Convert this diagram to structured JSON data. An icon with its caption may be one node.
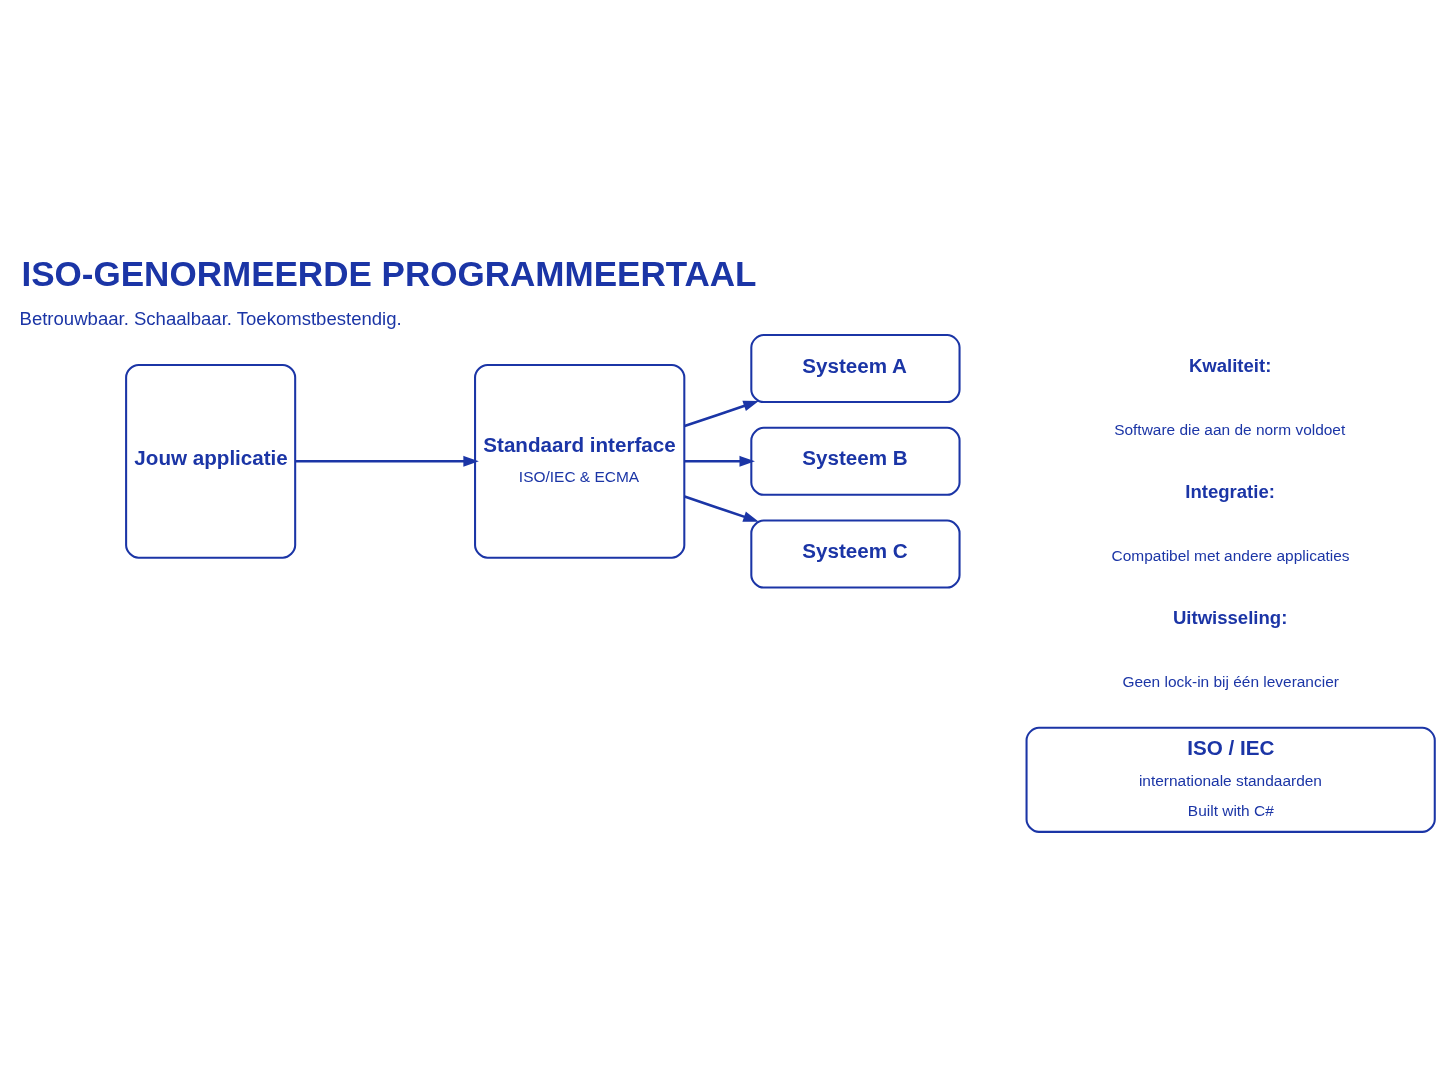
{
  "diagram": {
    "title": "ISO-GENORMEERDE PROGRAMMEERTAAL",
    "nodes": [
      {
        "text": [
          "Jouw applicatie"
        ]
      },
      {
        "text": [
          "Standaard interface",
          "ISO/IEC & ECMA"
        ]
      },
      {
        "text": [
          "Systeem A"
        ]
      },
      {
        "text": [
          "Systeem B"
        ]
      },
      {
        "text": [
          "Systeem C"
        ]
      },
      {
        "text": [
          "ISO / IEC",
          "internationale standaarden",
          "Built with C#"
        ]
      }
    ],
    "edges": [
      {
        "from": 0,
        "to": 1,
        "arrow": "to"
      },
      {
        "from": 1,
        "to": 2,
        "arrow": "to"
      },
      {
        "from": 1,
        "to": 3,
        "arrow": "to"
      },
      {
        "from": 1,
        "to": 4,
        "arrow": "to"
      }
    ],
    "labels": [
      "Betrouwbaar. Schaalbaar. Toekomstbestendig.",
      "Kwaliteit:",
      "Software die aan de norm voldoet",
      "Integratie:",
      "Compatibel met andere applicaties",
      "Uitwisseling:",
      "Geen lock-in bij één leverancier"
    ]
  }
}
